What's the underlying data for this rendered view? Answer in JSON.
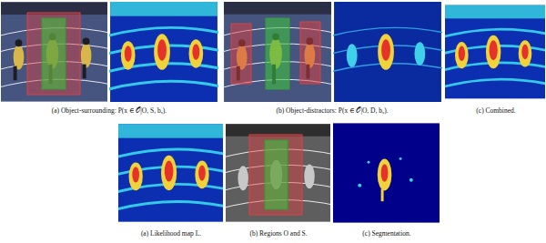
{
  "diagram": {
    "labels": [
      "(a) Object-surrounding: P(x ∈ 𝒪|O, S, bₓ).",
      "(b) Object-distractors: P(x ∈ 𝒪|O, D, bₓ).",
      "(c) Combined.",
      "(a) Likelihood map L.",
      "(b) Regions O and S.",
      "(c) Segmentation."
    ]
  }
}
